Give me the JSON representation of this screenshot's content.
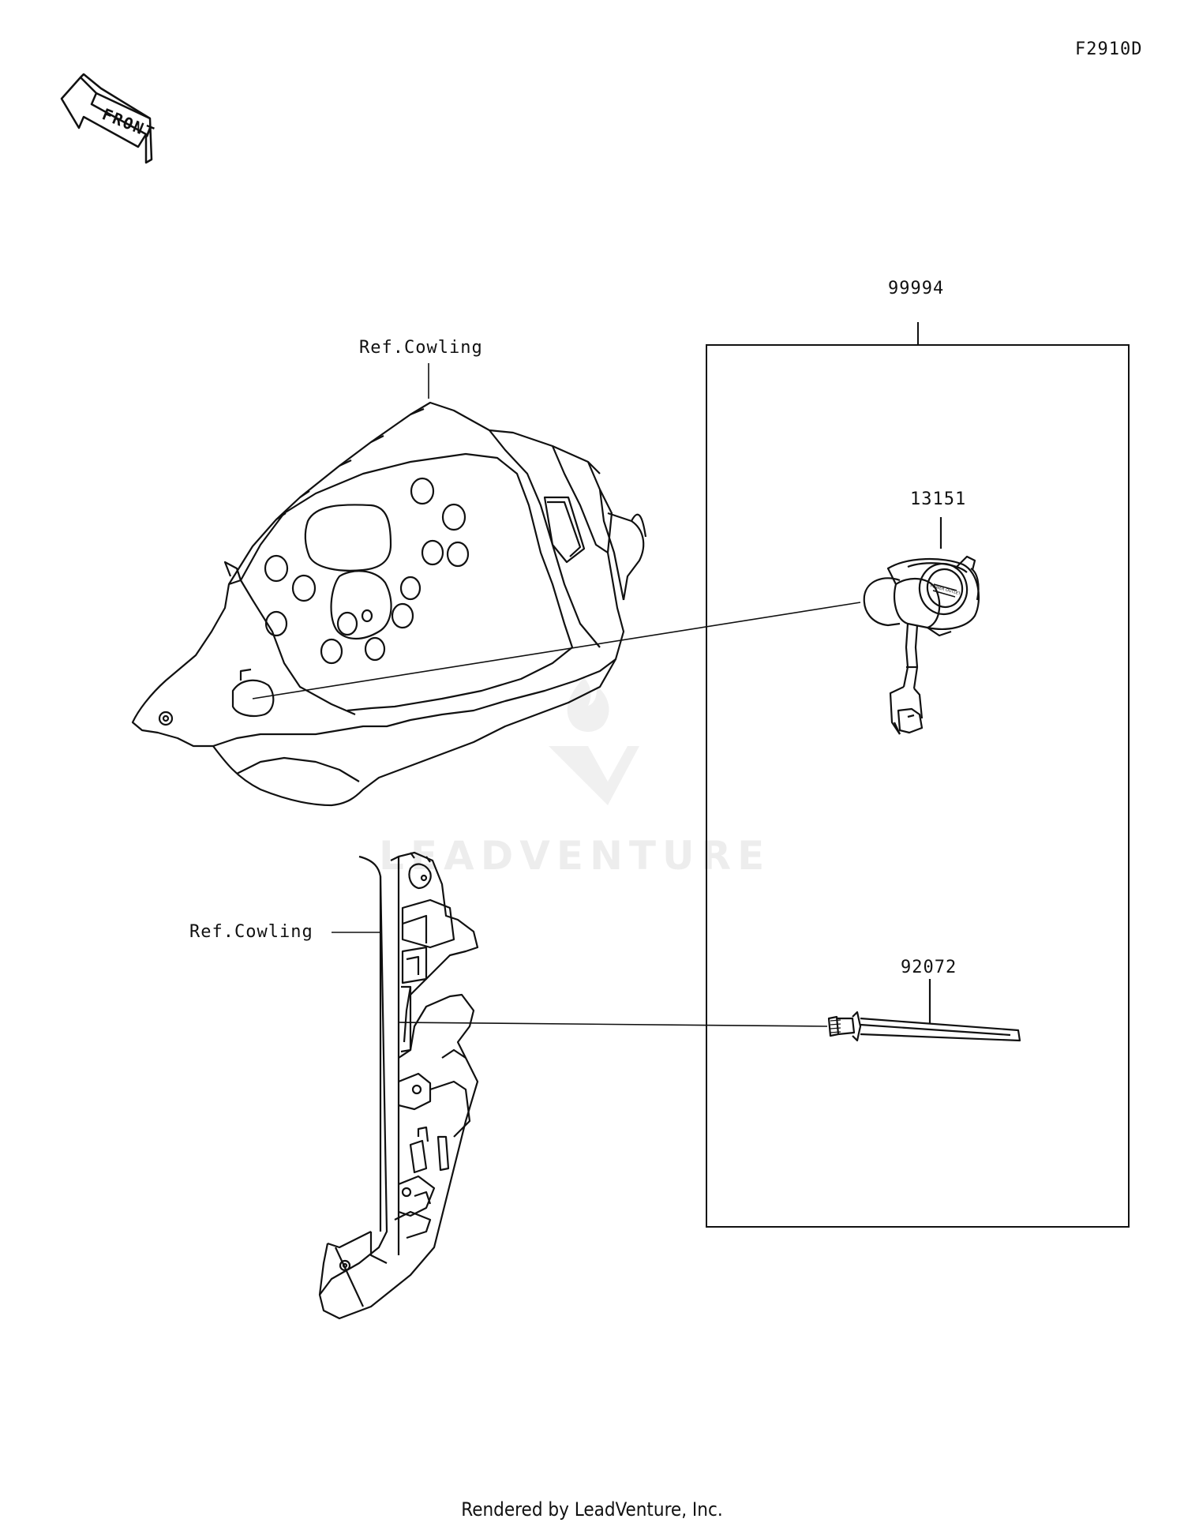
{
  "diagram_code": "F2910D",
  "front_label": "FRONT",
  "callouts": {
    "kit": "99994",
    "socket": "13151",
    "clip": "92072",
    "ref_cowling_upper": "Ref.Cowling",
    "ref_cowling_lower": "Ref.Cowling"
  },
  "socket_face_text": "POWER OUTLET",
  "watermark": "LEADVENTURE",
  "footer": "Rendered by LeadVenture, Inc."
}
